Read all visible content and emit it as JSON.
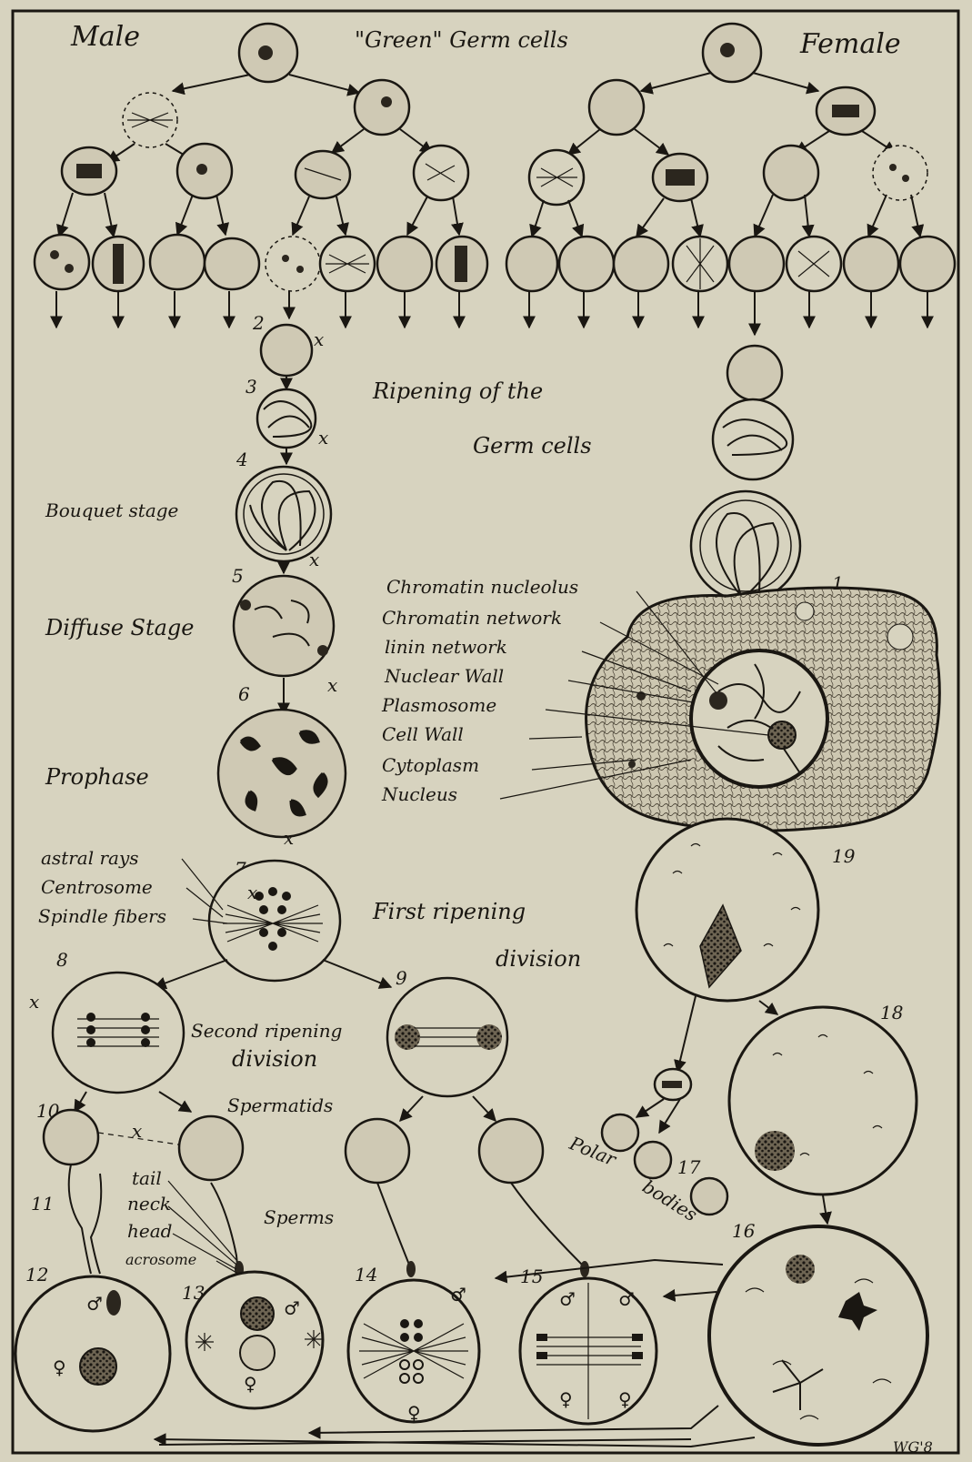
{
  "labels": {
    "male": "Male",
    "female": "Female",
    "green_germ_cells": "\"Green\" Germ cells",
    "ripening_line1": "Ripening of the",
    "ripening_line2": "Germ cells",
    "bouquet_stage": "Bouquet stage",
    "diffuse_stage": "Diffuse Stage",
    "prophase": "Prophase",
    "astral_rays": "astral rays",
    "centrosome": "Centrosome",
    "spindle_fibers": "Spindle fibers",
    "first_ripening_1": "First ripening",
    "first_ripening_2": "division",
    "second_ripening_1": "Second ripening",
    "second_ripening_2": "division",
    "spermatids": "Spermatids",
    "sperms": "Sperms",
    "tail": "tail",
    "neck": "neck",
    "head": "head",
    "acrosome": "acrosome",
    "polar_bodies_1": "Polar",
    "polar_bodies_2": "bodies",
    "chromatin_nucleolus": "Chromatin nucleolus",
    "chromatin_network": "Chromatin network",
    "linin_network": "linin network",
    "nuclear_wall": "Nuclear Wall",
    "plasmosome": "Plasmosome",
    "cell_wall": "Cell Wall",
    "cytoplasm": "Cytoplasm",
    "nucleus": "Nucleus",
    "signature": "WG'8"
  },
  "numbers": {
    "n1": "1",
    "n2": "2",
    "n3": "3",
    "n4": "4",
    "n5": "5",
    "n6": "6",
    "n7": "7",
    "n8": "8",
    "n9": "9",
    "n10": "10",
    "n11": "11",
    "n12": "12",
    "n13": "13",
    "n14": "14",
    "n15": "15",
    "n16": "16",
    "n17": "17",
    "n18": "18",
    "n19": "19"
  },
  "marks": {
    "x": "x",
    "male_symbol": "♂",
    "female_symbol": "♀"
  }
}
